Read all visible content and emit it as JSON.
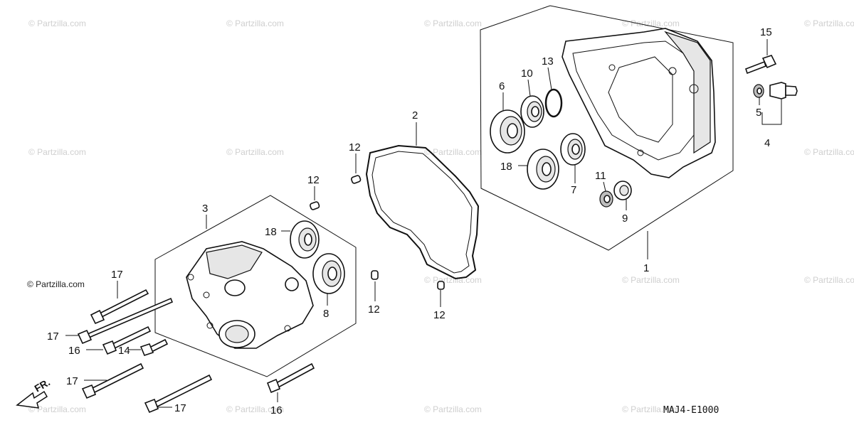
{
  "watermark_text": "© Partzilla.com",
  "diagram_code": "MAJ4-E1000",
  "front_marker": "FR.",
  "callouts": [
    {
      "id": "c1",
      "label": "1"
    },
    {
      "id": "c2",
      "label": "2"
    },
    {
      "id": "c3",
      "label": "3"
    },
    {
      "id": "c4",
      "label": "4"
    },
    {
      "id": "c5",
      "label": "5"
    },
    {
      "id": "c6",
      "label": "6"
    },
    {
      "id": "c7",
      "label": "7"
    },
    {
      "id": "c8",
      "label": "8"
    },
    {
      "id": "c9",
      "label": "9"
    },
    {
      "id": "c10",
      "label": "10"
    },
    {
      "id": "c11",
      "label": "11"
    },
    {
      "id": "c12a",
      "label": "12"
    },
    {
      "id": "c12b",
      "label": "12"
    },
    {
      "id": "c12c",
      "label": "12"
    },
    {
      "id": "c12d",
      "label": "12"
    },
    {
      "id": "c13",
      "label": "13"
    },
    {
      "id": "c14",
      "label": "14"
    },
    {
      "id": "c15",
      "label": "15"
    },
    {
      "id": "c16a",
      "label": "16"
    },
    {
      "id": "c16b",
      "label": "16"
    },
    {
      "id": "c17a",
      "label": "17"
    },
    {
      "id": "c17b",
      "label": "17"
    },
    {
      "id": "c17c",
      "label": "17"
    },
    {
      "id": "c17d",
      "label": "17"
    },
    {
      "id": "c18a",
      "label": "18"
    },
    {
      "id": "c18b",
      "label": "18"
    }
  ]
}
